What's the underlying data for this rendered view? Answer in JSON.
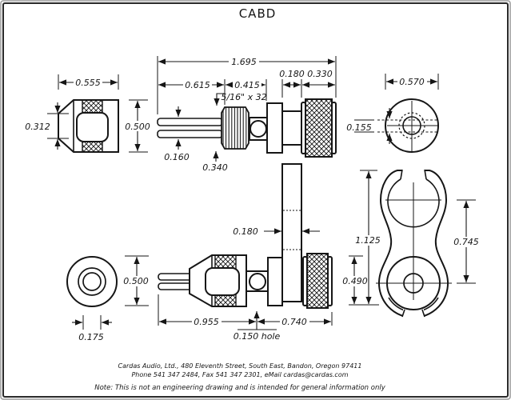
{
  "title": "CABD",
  "drawing": {
    "cap_side_view": {
      "width_dim": "0.555",
      "bore_dim": "0.312",
      "od_dim": "0.500"
    },
    "post_side_view": {
      "overall_dim": "1.695",
      "prong_len_dim": "0.615",
      "thread_len_dim": "0.415",
      "neck_dim": "0.180",
      "knob_dim": "0.330",
      "thread_spec": "5/16\" x 32",
      "prong_dim": "0.160",
      "thread_od_dim": "0.340"
    },
    "rear_end_view": {
      "od_dim": "0.570",
      "slot_dim": "0.155"
    },
    "washer_front_view": {
      "hole_dim": "0.175"
    },
    "assembled_view": {
      "cap_od_dim": "0.500",
      "spade_thickness_dim": "0.180",
      "front_len_dim": "0.955",
      "rear_len_dim": "0.740",
      "hole_label": "0.150 hole",
      "barrel_od_dim": "0.490"
    },
    "spade_front_view": {
      "length_dim": "1.125",
      "centers_dim": "0.745"
    }
  },
  "footer": {
    "address": "Cardas Audio, Ltd., 480 Eleventh Street, South East, Bandon, Oregon 97411",
    "contact": "Phone 541 347 2484, Fax 541 347 2301, eMail cardas@cardas.com",
    "note": "Note:  This is not an engineering drawing and is intended for general information only"
  }
}
